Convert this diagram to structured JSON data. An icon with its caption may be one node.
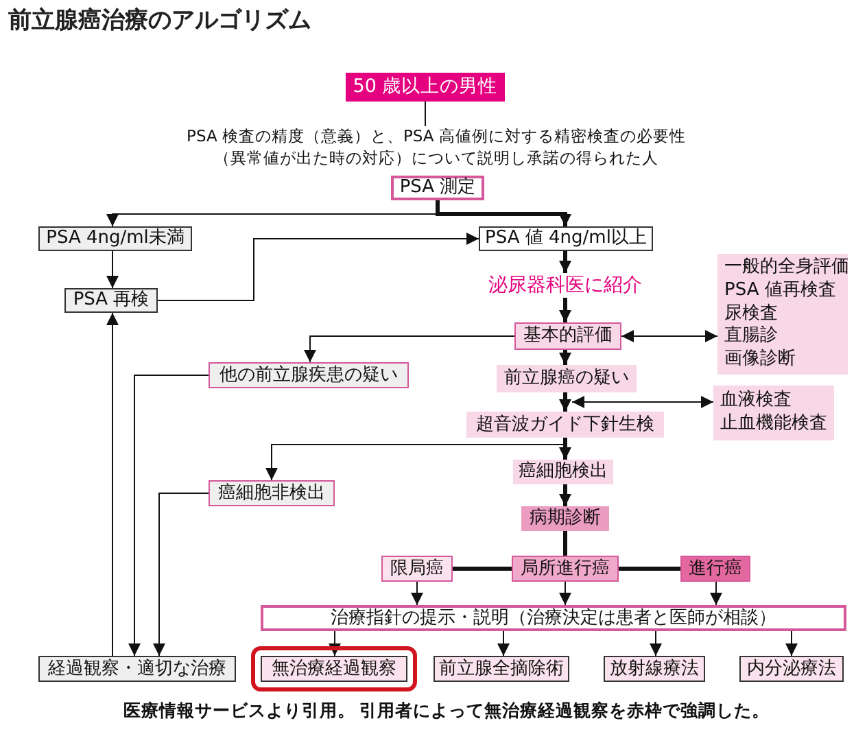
{
  "diagram": {
    "title": "前立腺癌治療のアルゴリズム",
    "caption": "医療情報サービスより引用。 引用者によって無治療経過観察を赤枠で強調した。",
    "nodes": [
      {
        "text": [
          "50 歳以上の男性"
        ]
      },
      {
        "text": [
          "PSA 検査の精度（意義）と、PSA 高値例に対する精密検査の必要性（異常値が出た時の対応）について説明し承諾の得られた人"
        ]
      },
      {
        "text": [
          "PSA 測定"
        ]
      },
      {
        "text": [
          "PSA 4ng/ml未満"
        ]
      },
      {
        "text": [
          "PSA 値 4ng/ml以上"
        ]
      },
      {
        "text": [
          "泌尿器科医に紹介"
        ]
      },
      {
        "text": [
          "一般的全身評価",
          "PSA 値再検査",
          "尿検査",
          "直腸診",
          "画像診断"
        ]
      },
      {
        "text": [
          "PSA 再検"
        ]
      },
      {
        "text": [
          "基本的評価"
        ]
      },
      {
        "text": [
          "他の前立腺疾患の疑い"
        ]
      },
      {
        "text": [
          "前立腺癌の疑い"
        ]
      },
      {
        "text": [
          "血液検査",
          "止血機能検査"
        ]
      },
      {
        "text": [
          "超音波ガイド下針生検"
        ]
      },
      {
        "text": [
          "癌細胞非検出"
        ]
      },
      {
        "text": [
          "癌細胞検出"
        ]
      },
      {
        "text": [
          "病期診断"
        ]
      },
      {
        "text": [
          "限局癌"
        ]
      },
      {
        "text": [
          "局所進行癌"
        ]
      },
      {
        "text": [
          "進行癌"
        ]
      },
      {
        "text": [
          "治療指針の提示・説明（治療決定は患者と医師が相談）"
        ]
      },
      {
        "text": [
          "経過観察・適切な治療"
        ]
      },
      {
        "text": [
          "無治療経過観察"
        ]
      },
      {
        "text": [
          "前立腺全摘除術"
        ]
      },
      {
        "text": [
          "放射線療法"
        ]
      },
      {
        "text": [
          "内分泌療法"
        ]
      }
    ],
    "edges": [
      {
        "from": 0,
        "to": 1,
        "arrow": "none"
      },
      {
        "from": 2,
        "to": 3,
        "arrow": "to"
      },
      {
        "from": 2,
        "to": 4,
        "arrow": "to",
        "style": "thick"
      },
      {
        "from": 3,
        "to": 7,
        "arrow": "to"
      },
      {
        "from": 7,
        "to": 4,
        "arrow": "to"
      },
      {
        "from": 4,
        "to": 5,
        "arrow": "to",
        "style": "thick"
      },
      {
        "from": 5,
        "to": 8,
        "arrow": "to",
        "style": "thick"
      },
      {
        "from": 8,
        "to": 6,
        "arrow": "both"
      },
      {
        "from": 8,
        "to": 9,
        "arrow": "to"
      },
      {
        "from": 8,
        "to": 10,
        "arrow": "to",
        "style": "thick"
      },
      {
        "from": 10,
        "to": 12,
        "arrow": "to",
        "style": "thick"
      },
      {
        "from": 10,
        "to": 11,
        "arrow": "both"
      },
      {
        "from": 12,
        "to": 13,
        "arrow": "to"
      },
      {
        "from": 12,
        "to": 14,
        "arrow": "to",
        "style": "thick"
      },
      {
        "from": 14,
        "to": 15,
        "arrow": "to",
        "style": "thick"
      },
      {
        "from": 15,
        "to": 17,
        "arrow": "none",
        "style": "thick"
      },
      {
        "from": 16,
        "to": 17,
        "arrow": "none",
        "style": "thick"
      },
      {
        "from": 17,
        "to": 18,
        "arrow": "none",
        "style": "thick"
      },
      {
        "from": 16,
        "to": 19,
        "arrow": "to"
      },
      {
        "from": 17,
        "to": 19,
        "arrow": "to"
      },
      {
        "from": 18,
        "to": 19,
        "arrow": "to"
      },
      {
        "from": 19,
        "to": 21,
        "arrow": "to"
      },
      {
        "from": 19,
        "to": 22,
        "arrow": "to"
      },
      {
        "from": 19,
        "to": 23,
        "arrow": "to"
      },
      {
        "from": 19,
        "to": 24,
        "arrow": "to"
      },
      {
        "from": 20,
        "to": 7,
        "arrow": "to"
      },
      {
        "from": 9,
        "to": 20,
        "arrow": "to"
      },
      {
        "from": 13,
        "to": 20,
        "arrow": "to"
      }
    ]
  }
}
